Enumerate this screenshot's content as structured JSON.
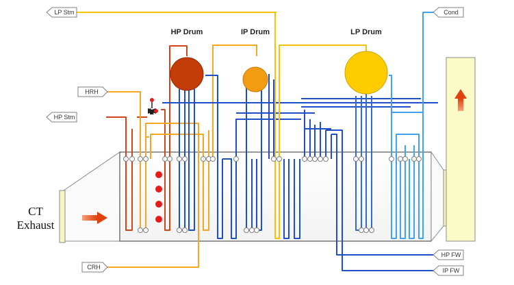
{
  "diagram": {
    "drums": {
      "hp": "HP Drum",
      "ip": "IP Drum",
      "lp": "LP Drum"
    },
    "tags": {
      "lp_stm": "LP Stm",
      "hrh": "HRH",
      "hp_stm": "HP Stm",
      "crh": "CRH",
      "cond": "Cond",
      "hp_fw": "HP FW",
      "ip_fw": "IP FW"
    },
    "inlet": {
      "line1": "CT",
      "line2": "Exhaust"
    },
    "colors": {
      "hp_steam": "#d0461b",
      "reheat": "#f5a623",
      "lp_steam": "#f5c400",
      "hp_water": "#1f4fc8",
      "ip_water": "#2f6ad6",
      "lp_water": "#41a3f0",
      "hp_drum": "#c43d08",
      "ip_drum": "#f39c12",
      "lp_drum": "#ffcc00",
      "stack": "#fbfbc8",
      "burner": "#e81b1b",
      "arrow": "#ea4b12"
    }
  }
}
